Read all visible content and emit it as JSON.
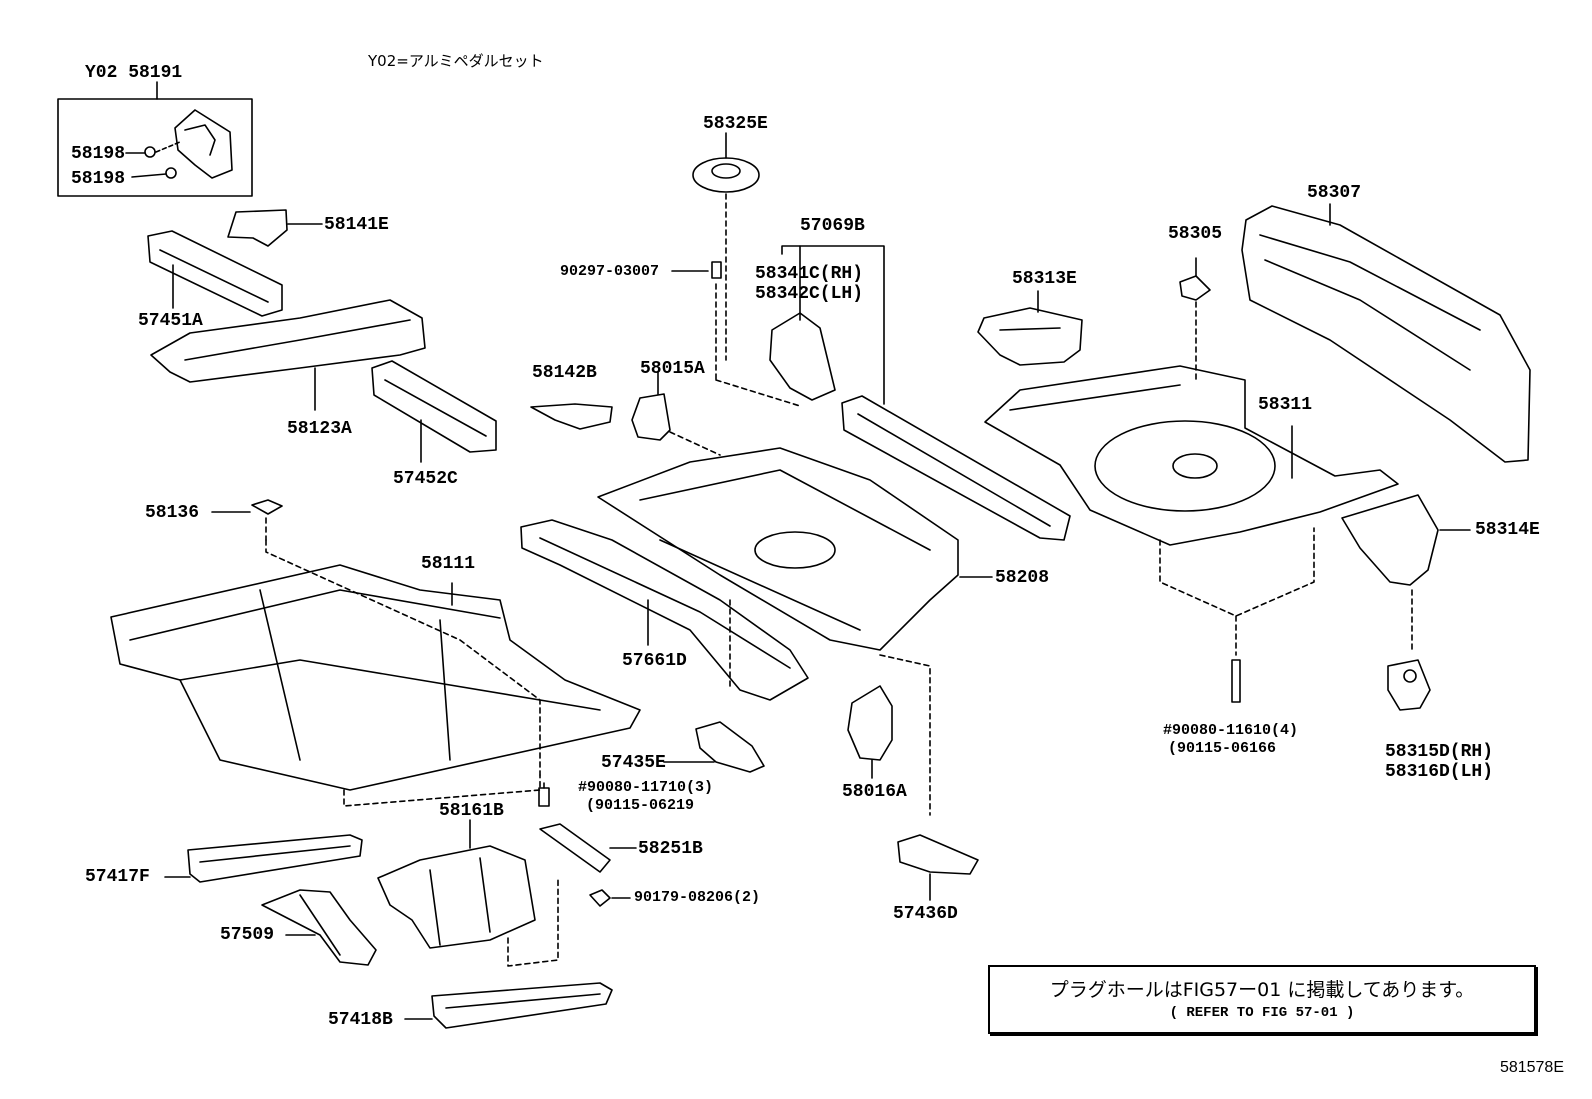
{
  "set_group_label": "Y02 58191",
  "set_note": "Y02=アルミペダルセット",
  "figure_code": "581578E",
  "note_box": {
    "line1": "プラグホールはFIG57ー01 に掲載してあります。",
    "line2": "(    REFER TO FIG 57-01   )"
  },
  "parts": {
    "p58198a": "58198",
    "p58198b": "58198",
    "p58141e": "58141E",
    "p57451a": "57451A",
    "p58123a": "58123A",
    "p57452c": "57452C",
    "p58142b": "58142B",
    "p58015a": "58015A",
    "p58325e": "58325E",
    "p90297": "90297-03007",
    "p57069b": "57069B",
    "p58341c": "58341C(RH)",
    "p58342c": "58342C(LH)",
    "p58313e": "58313E",
    "p58305": "58305",
    "p58307": "58307",
    "p58311": "58311",
    "p58314e": "58314E",
    "p58136": "58136",
    "p58111": "58111",
    "p58208": "58208",
    "p57661d": "57661D",
    "p57435e": "57435E",
    "p90080_11710": "#90080-11710(3)",
    "p90115_06219": "(90115-06219",
    "p58016a": "58016A",
    "p90080_11610": "#90080-11610(4)",
    "p90115_06166": "(90115-06166",
    "p58315d": "58315D(RH)",
    "p58316d": "58316D(LH)",
    "p58161b": "58161B",
    "p58251b": "58251B",
    "p57417f": "57417F",
    "p90179": "90179-08206(2)",
    "p57509": "57509",
    "p57436d": "57436D",
    "p57418b": "57418B"
  }
}
